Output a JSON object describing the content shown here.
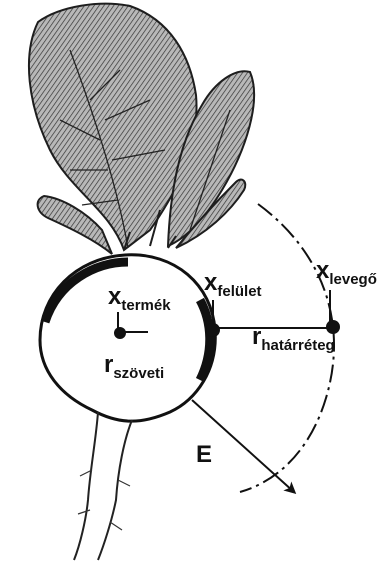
{
  "labels": {
    "x_termek": {
      "base": "x",
      "sub": "termék"
    },
    "x_felulet": {
      "base": "x",
      "sub": "felület"
    },
    "x_levego": {
      "base": "x",
      "sub": "levegő"
    },
    "r_hatarreteg": {
      "base": "r",
      "sub": "határréteg"
    },
    "r_szoveti": {
      "base": "r",
      "sub": "szöveti"
    },
    "e_label": "E"
  },
  "colors": {
    "ink": "#111111",
    "sketch": "#2a2a2a",
    "leaf_fill": "#9a9a9a",
    "background": "#ffffff"
  }
}
